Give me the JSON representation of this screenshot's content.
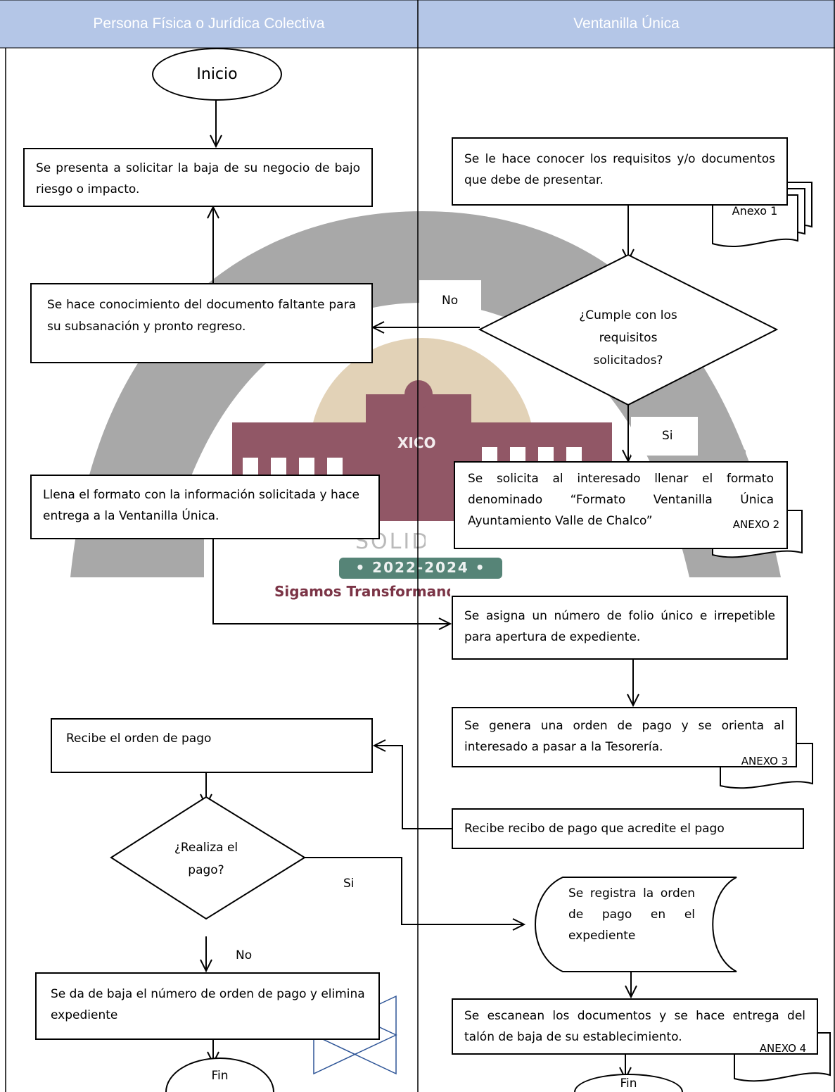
{
  "lanes": {
    "left_title": "Persona Física o Jurídica Colectiva",
    "right_title": "Ventanilla Única"
  },
  "nodes": {
    "inicio": "Inicio",
    "solicitar_baja": "Se presenta a solicitar la baja de su negocio de bajo riesgo o impacto.",
    "conocer_requisitos": "Se le hace conocer los requisitos y/o documentos que debe de presentar.",
    "anexo1": "Anexo 1",
    "cumple_requisitos": "¿Cumple con los requisitos solicitados?",
    "documento_faltante": "Se hace conocimiento del documento faltante para su subsanación y pronto regreso.",
    "llenar_formato": "Se solicita al interesado llenar el formato denominado “Formato Ventanilla Única Ayuntamiento Valle de Chalco”",
    "anexo2": "ANEXO 2",
    "llena_formato": "Llena el formato con la información solicitada y hace entrega a la Ventanilla Única.",
    "asigna_folio": "Se asigna un número de folio único e irrepetible para apertura de expediente.",
    "genera_orden": "Se genera una orden de pago y se orienta al interesado a pasar a la Tesorería.",
    "anexo3": "ANEXO 3",
    "recibe_orden": "Recibe el orden de pago",
    "recibe_recibo": "Recibe recibo de pago que acredite el pago",
    "realiza_pago": "¿Realiza el pago?",
    "registra_orden": "Se registra la orden de pago en el expediente",
    "escanean": "Se escanean los documentos y se hace entrega del talón de baja de su establecimiento.",
    "anexo4": "ANEXO 4",
    "da_baja": "Se da de baja el número de orden de pago y elimina expediente",
    "fin_left": "Fin",
    "fin_right": "Fin"
  },
  "edge_labels": {
    "no_1": "No",
    "si_1": "Si",
    "si_2": "Si",
    "no_2": "No"
  },
  "watermark": {
    "badge": "XICO",
    "years": "• 2022-2024 •",
    "slogan": "Sigamos Transformando el futuro",
    "subtitle": "SOLIDARIDAD"
  },
  "colors": {
    "header": "#b4c6e7",
    "watermark_gray": "#8c8c8c",
    "watermark_tan": "#d9c3a0",
    "watermark_wine": "#6d1f33",
    "watermark_green": "#1e5b4a",
    "merge_symbol": "#2e5597"
  }
}
